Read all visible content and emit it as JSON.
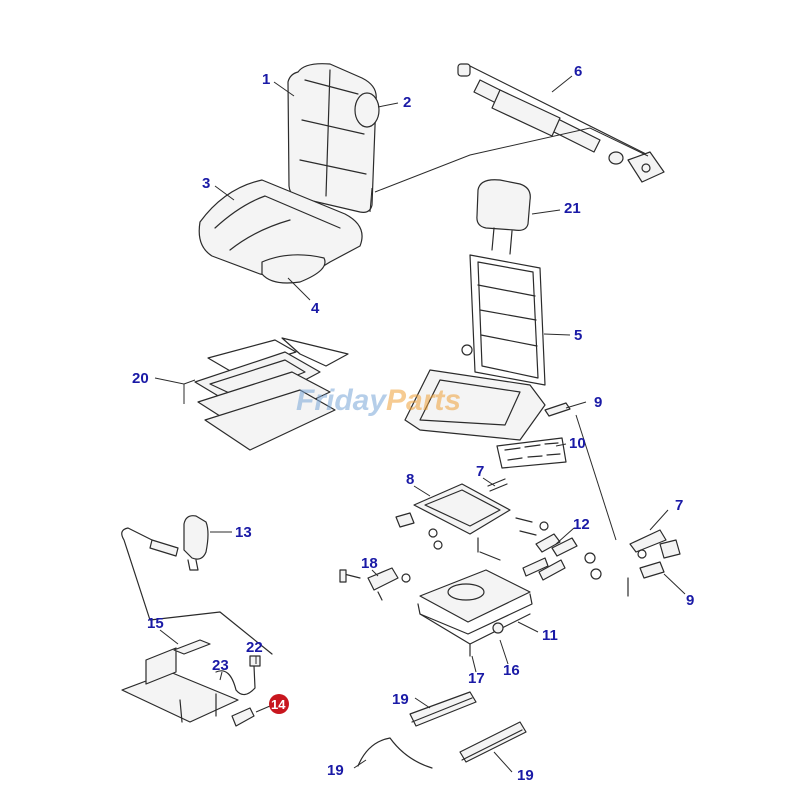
{
  "watermark": {
    "part1": "Friday",
    "part2": "Parts"
  },
  "colors": {
    "label": "#1a1aa6",
    "line": "#2b2b2b",
    "badge": "#c8161e",
    "watermark": "#7aa7d8"
  },
  "callouts": [
    {
      "id": "c1",
      "text": "1"
    },
    {
      "id": "c2",
      "text": "2"
    },
    {
      "id": "c3",
      "text": "3"
    },
    {
      "id": "c4",
      "text": "4"
    },
    {
      "id": "c5",
      "text": "5"
    },
    {
      "id": "c6",
      "text": "6"
    },
    {
      "id": "c7a",
      "text": "7"
    },
    {
      "id": "c7b",
      "text": "7"
    },
    {
      "id": "c8",
      "text": "8"
    },
    {
      "id": "c9a",
      "text": "9"
    },
    {
      "id": "c9b",
      "text": "9"
    },
    {
      "id": "c10",
      "text": "10"
    },
    {
      "id": "c11",
      "text": "11"
    },
    {
      "id": "c12",
      "text": "12"
    },
    {
      "id": "c13",
      "text": "13"
    },
    {
      "id": "c14",
      "text": "14"
    },
    {
      "id": "c15",
      "text": "15"
    },
    {
      "id": "c16",
      "text": "16"
    },
    {
      "id": "c17",
      "text": "17"
    },
    {
      "id": "c18",
      "text": "18"
    },
    {
      "id": "c19a",
      "text": "19"
    },
    {
      "id": "c19b",
      "text": "19"
    },
    {
      "id": "c19c",
      "text": "19"
    },
    {
      "id": "c20",
      "text": "20"
    },
    {
      "id": "c21",
      "text": "21"
    },
    {
      "id": "c22",
      "text": "22"
    },
    {
      "id": "c23",
      "text": "23"
    }
  ]
}
